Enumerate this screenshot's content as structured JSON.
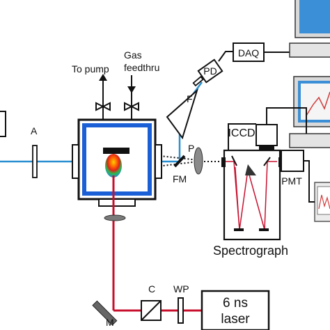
{
  "labels": {
    "to_pump": "To pump",
    "gas_line1": "Gas",
    "gas_line2": "feedthru",
    "pd": "PD",
    "daq": "DAQ",
    "f": "F",
    "p": "P",
    "iccd": "ICCD",
    "a": "A",
    "fm": "FM",
    "pmt": "PMT",
    "spectrograph": "Spectrograph",
    "m": "M",
    "c": "C",
    "wp": "WP",
    "laser_line1": "6 ns",
    "laser_line2": "laser"
  },
  "colors": {
    "probe_beam": "#2a8fd0",
    "pump_beam": "#c8102e",
    "chamber_border": "#1a5fd6",
    "monitor_screen": "#3b8fd6",
    "monitor_body": "#e4e4e4",
    "ink": "#111111"
  }
}
